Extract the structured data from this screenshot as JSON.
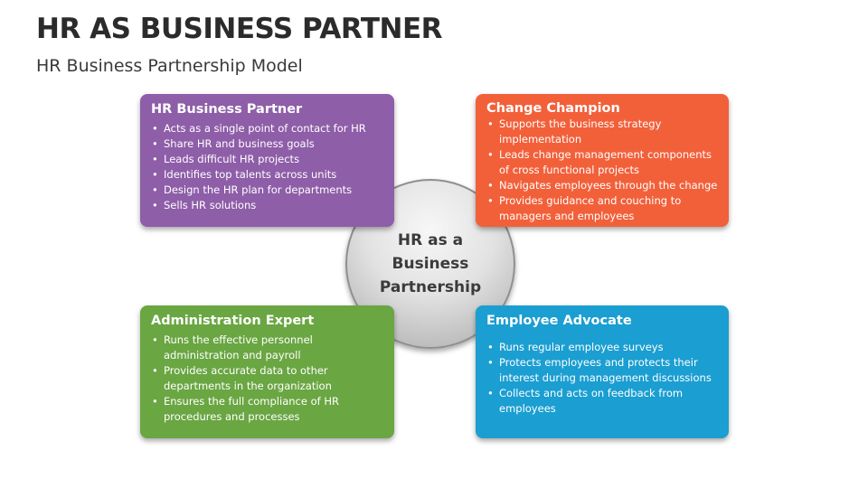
{
  "header": {
    "title": "HR AS BUSINESS PARTNER",
    "subtitle": "HR Business Partnership Model"
  },
  "hub": {
    "label": "HR as a Business Partnership"
  },
  "cards": [
    {
      "title": "HR Business Partner",
      "color": "#8e5ea8",
      "items": [
        "Acts as a single point of contact for HR",
        "Share HR and business goals",
        "Leads difficult HR projects",
        "Identifies top talents across units",
        "Design the HR plan for departments",
        "Sells HR solutions"
      ]
    },
    {
      "title": "Change Champion",
      "color": "#f2603a",
      "items": [
        "Supports the business strategy implementation",
        "Leads change management components of cross functional projects",
        "Navigates employees through the change",
        "Provides guidance and couching to managers and employees"
      ]
    },
    {
      "title": "Administration Expert",
      "color": "#6aa642",
      "items": [
        "Runs the effective personnel administration and payroll",
        "Provides accurate data to other departments in the organization",
        "Ensures the full compliance of HR procedures and processes"
      ]
    },
    {
      "title": "Employee Advocate",
      "color": "#1b9ed1",
      "items": [
        "Runs regular employee surveys",
        "Protects employees and protects their interest during management discussions",
        "Collects and acts on feedback from employees"
      ]
    }
  ]
}
